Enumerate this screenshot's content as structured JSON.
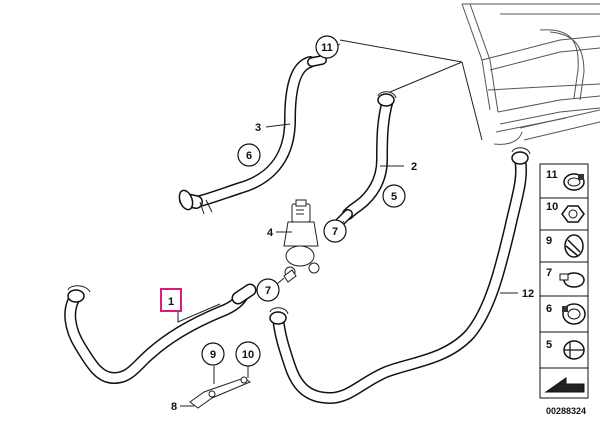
{
  "callouts": {
    "c1": "1",
    "c2": "2",
    "c3": "3",
    "c4": "4",
    "c5_hose": "5",
    "c6_hose": "6",
    "c7_valve": "7",
    "c7_hose": "7",
    "c8": "8",
    "c9": "9",
    "c10": "10",
    "c11_top": "11",
    "c12": "12"
  },
  "legend": {
    "items": [
      {
        "number": "11",
        "icon": "hose-clamp-icon"
      },
      {
        "number": "10",
        "icon": "hex-nut-icon"
      },
      {
        "number": "9",
        "icon": "spring-clip-icon"
      },
      {
        "number": "7",
        "icon": "band-clamp-icon"
      },
      {
        "number": "6",
        "icon": "sleeve-clamp-icon"
      },
      {
        "number": "5",
        "icon": "double-clip-icon"
      }
    ]
  },
  "diagram_id": "00288324",
  "colors": {
    "highlight": "#e0197d",
    "line": "#111111"
  }
}
